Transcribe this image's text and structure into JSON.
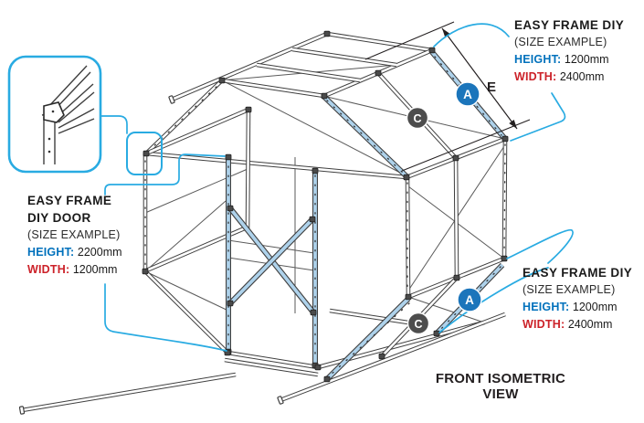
{
  "panels": {
    "top_right": {
      "title": "EASY FRAME DIY",
      "subtitle": "(SIZE EXAMPLE)",
      "height_label": "HEIGHT:",
      "height_value": "1200mm",
      "width_label": "WIDTH:",
      "width_value": "2400mm"
    },
    "door": {
      "title_line1": "EASY FRAME",
      "title_line2": "DIY DOOR",
      "subtitle": "(SIZE EXAMPLE)",
      "height_label": "HEIGHT:",
      "height_value": "2200mm",
      "width_label": "WIDTH:",
      "width_value": "1200mm"
    },
    "bottom_right": {
      "title": "EASY FRAME DIY",
      "subtitle": "(SIZE EXAMPLE)",
      "height_label": "HEIGHT:",
      "height_value": "1200mm",
      "width_label": "WIDTH:",
      "width_value": "2400mm"
    }
  },
  "diagram": {
    "caption_line1": "FRONT ISOMETRIC",
    "caption_line2": "VIEW",
    "dimension_label": "E",
    "badge_a_top": "A",
    "badge_c_top": "C",
    "badge_a_bottom": "A",
    "badge_c_bottom": "C"
  },
  "colors": {
    "leader_blue": "#29abe2",
    "beam_highlight": "#aed2eb",
    "badge_blue": "#1b75bb",
    "badge_gray": "#4d4d4d",
    "label_blue": "#0071bc",
    "label_red": "#cc2229",
    "line_dark": "#3f3f3f",
    "text_dark": "#231f20"
  }
}
